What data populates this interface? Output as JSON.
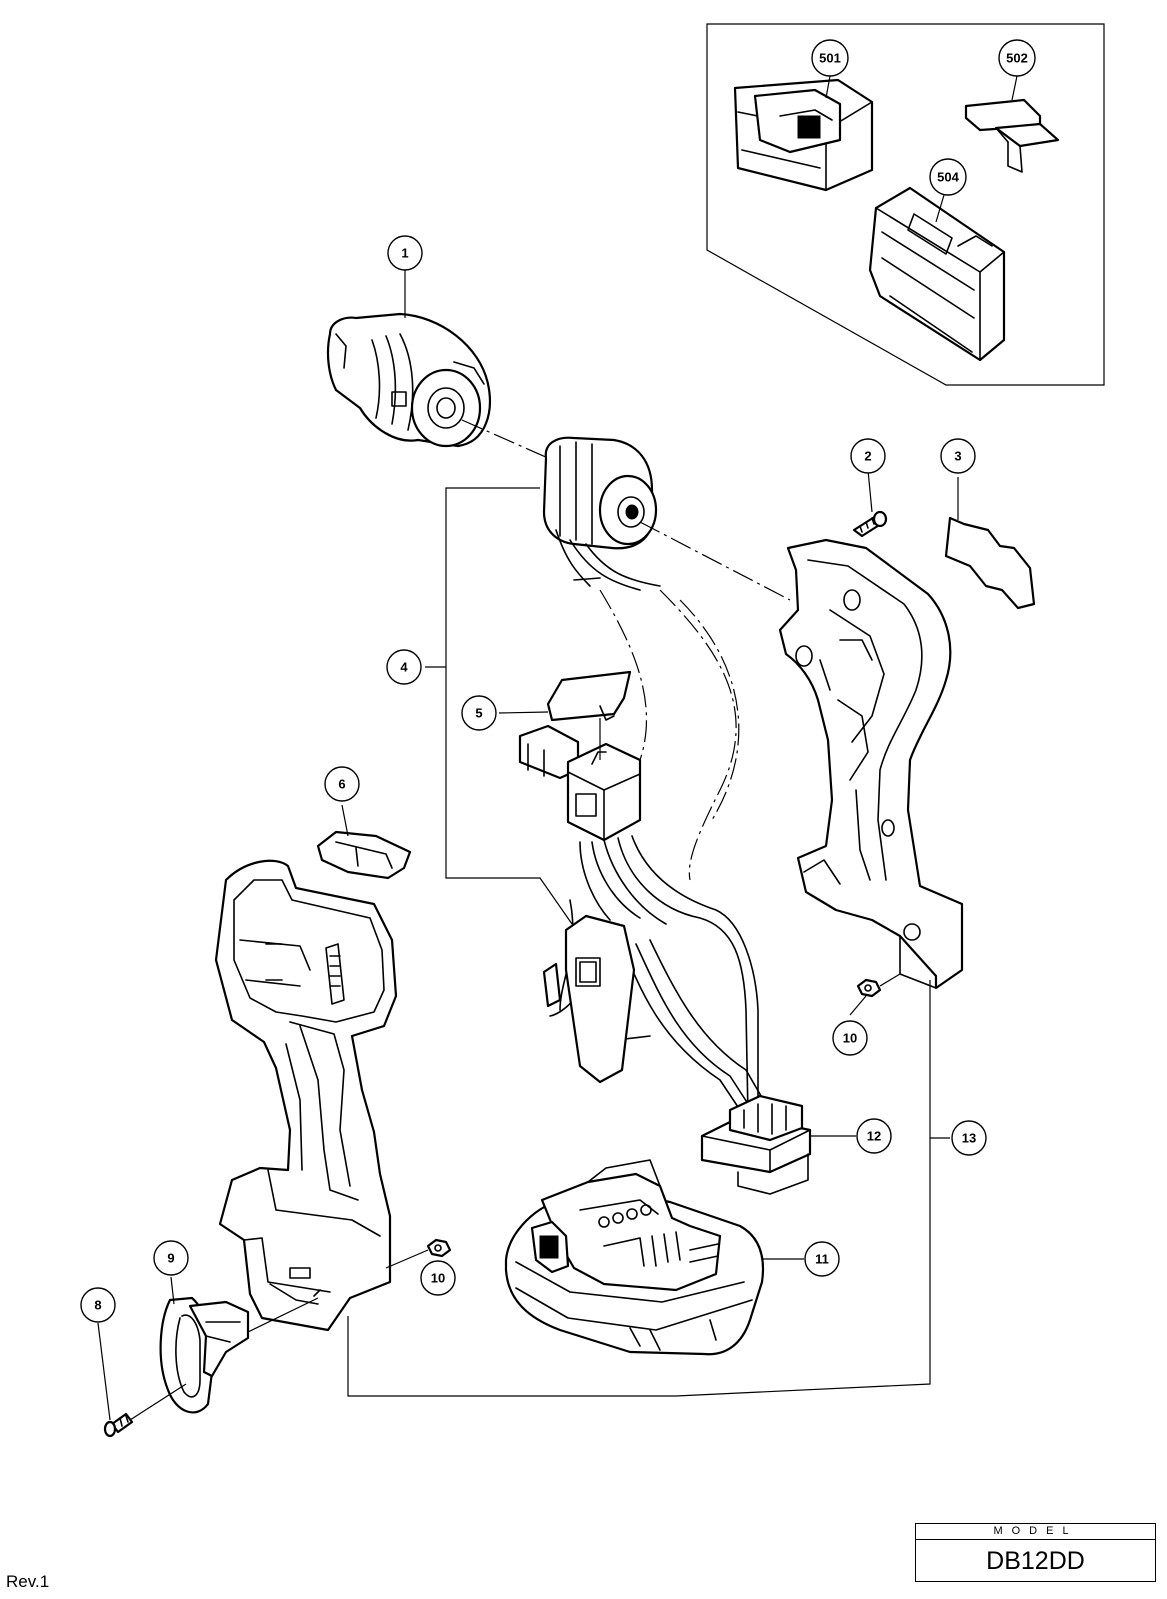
{
  "model_label": "MODEL",
  "model_number": "DB12DD",
  "revision": "Rev.1",
  "callouts": [
    "1",
    "2",
    "3",
    "4",
    "5",
    "6",
    "8",
    "9",
    "10",
    "10",
    "11",
    "12",
    "13",
    "501",
    "502",
    "504"
  ]
}
